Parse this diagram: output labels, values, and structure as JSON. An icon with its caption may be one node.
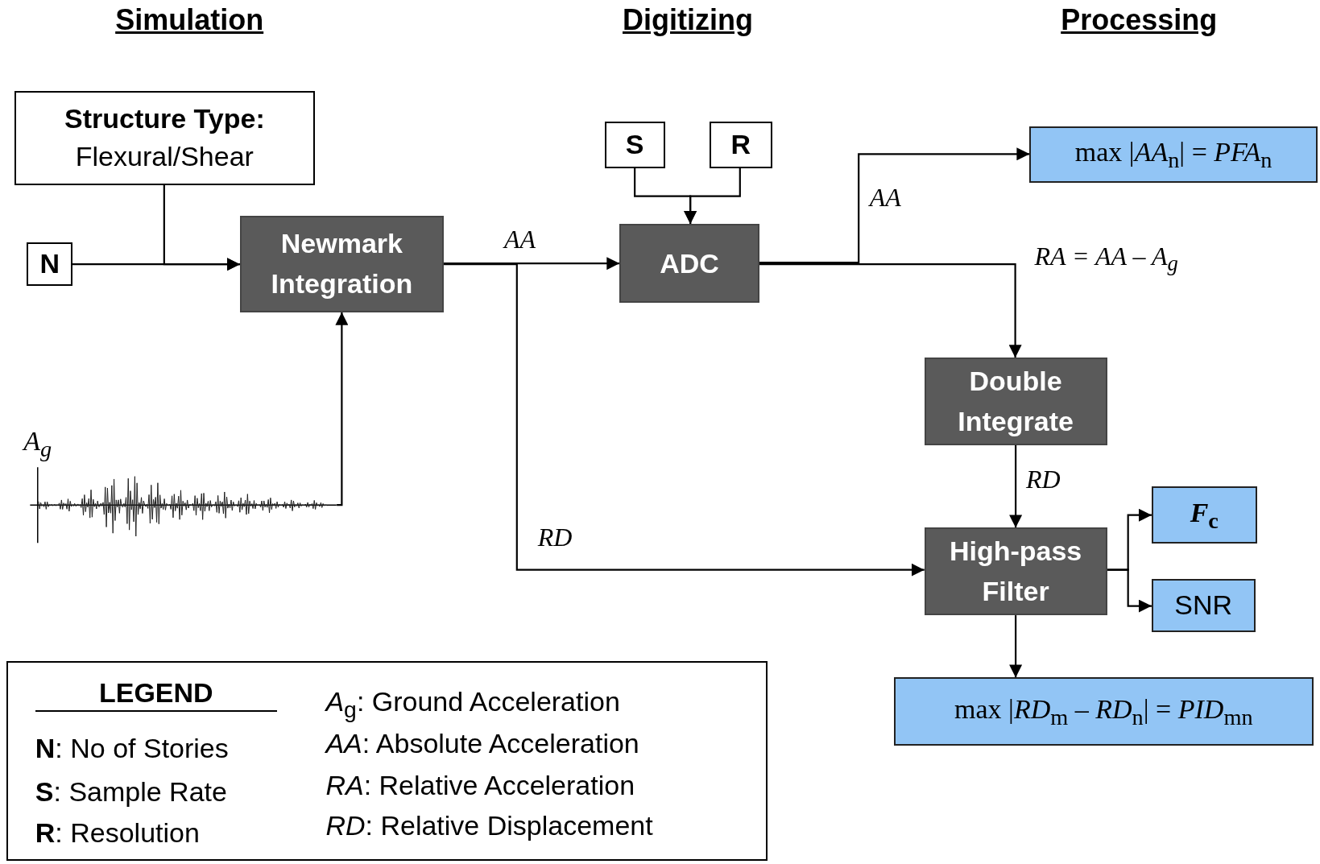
{
  "diagram": {
    "nodes": [
      {
        "text": [
          "Structure Type:",
          "Flexural/Shear"
        ]
      },
      {
        "text": [
          "N"
        ]
      },
      {
        "text": [
          "Newmark Integration"
        ]
      },
      {
        "text": [
          "A$_{g}$"
        ]
      },
      {
        "text": [
          "S"
        ]
      },
      {
        "text": [
          "R"
        ]
      },
      {
        "text": [
          "ADC"
        ]
      },
      {
        "text": [
          "max |*AA*$_{n}$| = *PFA*$_{n}$"
        ]
      },
      {
        "text": [
          "Double Integrate"
        ]
      },
      {
        "text": [
          "High-pass Filter"
        ]
      },
      {
        "text": [
          "*F*$_{c}$"
        ]
      },
      {
        "text": [
          "SNR"
        ]
      },
      {
        "text": [
          "max |*RD*$_{m}$ – *RD*$_{n}$| = *PID*$_{mn}$"
        ]
      },
      {
        "text": [
          "LEGEND",
          "**N**: No of Stories",
          "**S**: Sample Rate",
          "**R**: Resolution",
          "*A*$_{g}$: Ground Acceleration",
          "*AA*: Absolute Acceleration",
          "*RA*: Relative Acceleration",
          "*RD*: Relative Displacement"
        ]
      }
    ],
    "edges": [
      {
        "from": 0,
        "to": 2,
        "arrow": "to"
      },
      {
        "from": 1,
        "to": 2,
        "arrow": "to"
      },
      {
        "from": 3,
        "to": 2,
        "arrow": "to"
      },
      {
        "from": 2,
        "to": 6,
        "arrow": "to",
        "label": "AA"
      },
      {
        "from": 2,
        "to": 9,
        "arrow": "to",
        "label": "RD"
      },
      {
        "from": 4,
        "to": 6,
        "arrow": "to"
      },
      {
        "from": 5,
        "to": 6,
        "arrow": "to"
      },
      {
        "from": 6,
        "to": 7,
        "arrow": "to",
        "label": "AA"
      },
      {
        "from": 6,
        "to": 8,
        "arrow": "to",
        "label": "RA = AA – A$_{g}$"
      },
      {
        "from": 8,
        "to": 9,
        "arrow": "to",
        "label": "RD"
      },
      {
        "from": 9,
        "to": 10,
        "arrow": "to"
      },
      {
        "from": 9,
        "to": 11,
        "arrow": "to"
      },
      {
        "from": 9,
        "to": 12,
        "arrow": "to"
      }
    ],
    "labels": [
      "Simulation",
      "Digitizing",
      "Processing"
    ]
  }
}
